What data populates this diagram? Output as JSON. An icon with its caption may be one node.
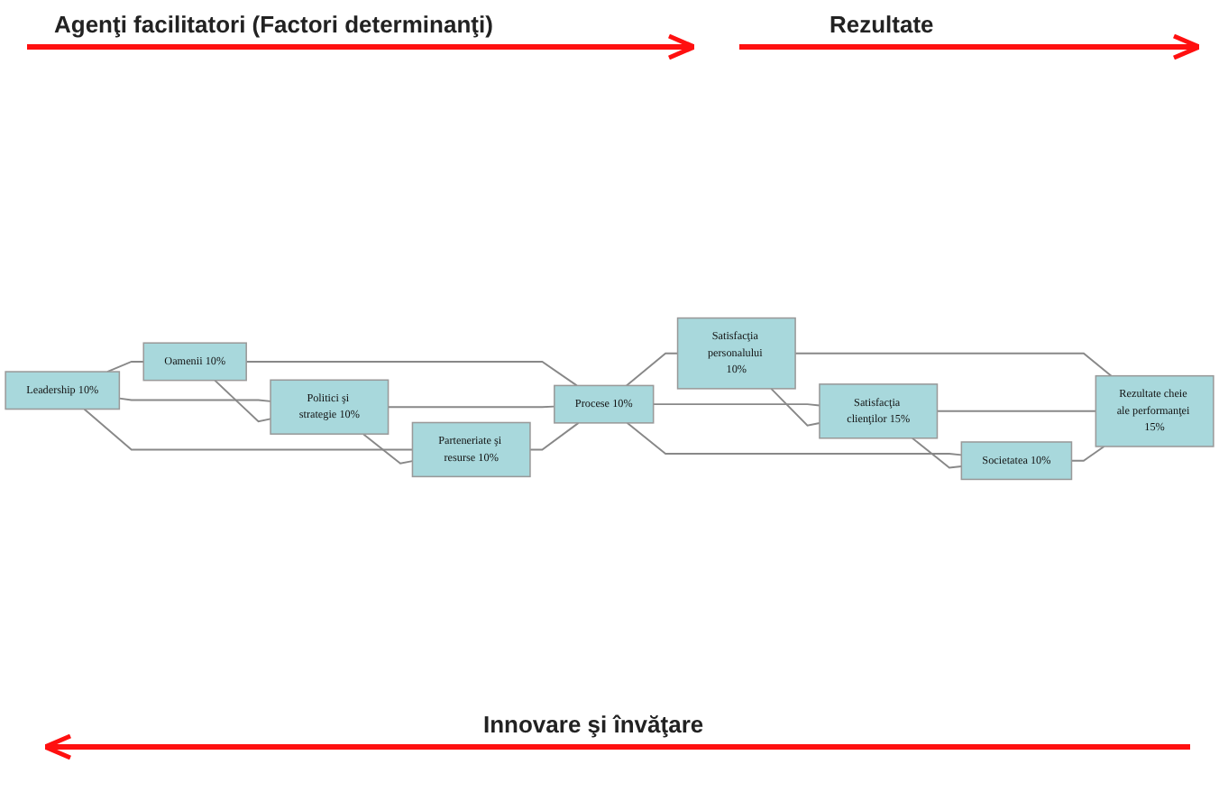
{
  "diagram": {
    "nodes": [
      {
        "text": [
          "Leadership 10%"
        ]
      },
      {
        "text": [
          "Oamenii 10%"
        ]
      },
      {
        "text": [
          "Politici şi strategie 10%"
        ]
      },
      {
        "text": [
          "Parteneriate şi resurse 10%"
        ]
      },
      {
        "text": [
          "Procese 10%"
        ]
      },
      {
        "text": [
          "Satisfacţia personalului 10%"
        ]
      },
      {
        "text": [
          "Satisfacţia clienţilor 15%"
        ]
      },
      {
        "text": [
          "Societatea 10%"
        ]
      },
      {
        "text": [
          "Rezultate cheie ale performanţei 15%"
        ]
      }
    ],
    "edges": [
      {
        "from": 0,
        "to": 1,
        "arrow": "none"
      },
      {
        "from": 0,
        "to": 2,
        "arrow": "none"
      },
      {
        "from": 0,
        "to": 3,
        "arrow": "none"
      },
      {
        "from": 1,
        "to": 2,
        "arrow": "none"
      },
      {
        "from": 2,
        "to": 3,
        "arrow": "none"
      },
      {
        "from": 1,
        "to": 4,
        "arrow": "none"
      },
      {
        "from": 2,
        "to": 4,
        "arrow": "none"
      },
      {
        "from": 3,
        "to": 4,
        "arrow": "none"
      },
      {
        "from": 4,
        "to": 5,
        "arrow": "none"
      },
      {
        "from": 4,
        "to": 6,
        "arrow": "none"
      },
      {
        "from": 4,
        "to": 7,
        "arrow": "none"
      },
      {
        "from": 5,
        "to": 6,
        "arrow": "none"
      },
      {
        "from": 6,
        "to": 7,
        "arrow": "none"
      },
      {
        "from": 5,
        "to": 8,
        "arrow": "none"
      },
      {
        "from": 6,
        "to": 8,
        "arrow": "none"
      },
      {
        "from": 7,
        "to": 8,
        "arrow": "none"
      }
    ],
    "labels": [
      "Agenţi facilitatori (Factori determinanţi)",
      "Rezultate",
      "Innovare şi învăţare"
    ]
  }
}
